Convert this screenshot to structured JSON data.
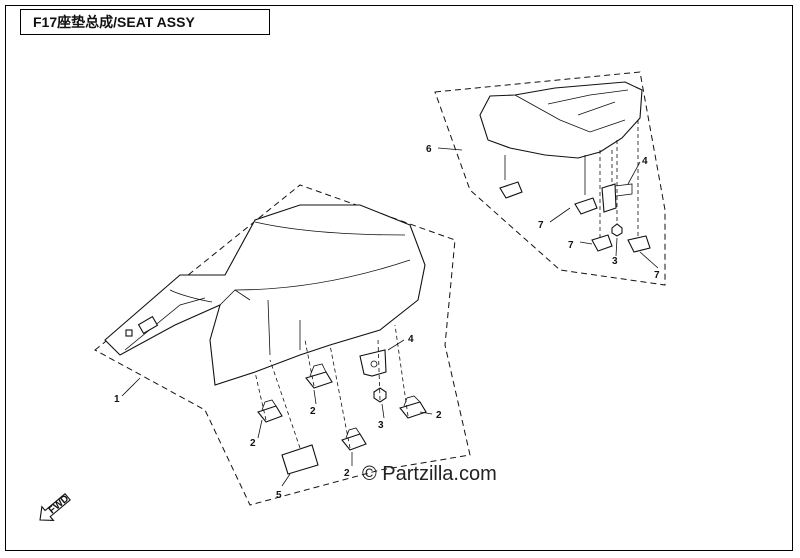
{
  "title": "F17座垫总成/SEAT ASSY",
  "watermark": "© Partzilla.com",
  "callouts": {
    "c1": "1",
    "c2a": "2",
    "c2b": "2",
    "c2c": "2",
    "c2d": "2",
    "c3a": "3",
    "c3b": "3",
    "c4a": "4",
    "c4b": "4",
    "c5": "5",
    "c6": "6",
    "c7a": "7",
    "c7b": "7",
    "c7c": "7"
  },
  "fwd_label": "FWD"
}
